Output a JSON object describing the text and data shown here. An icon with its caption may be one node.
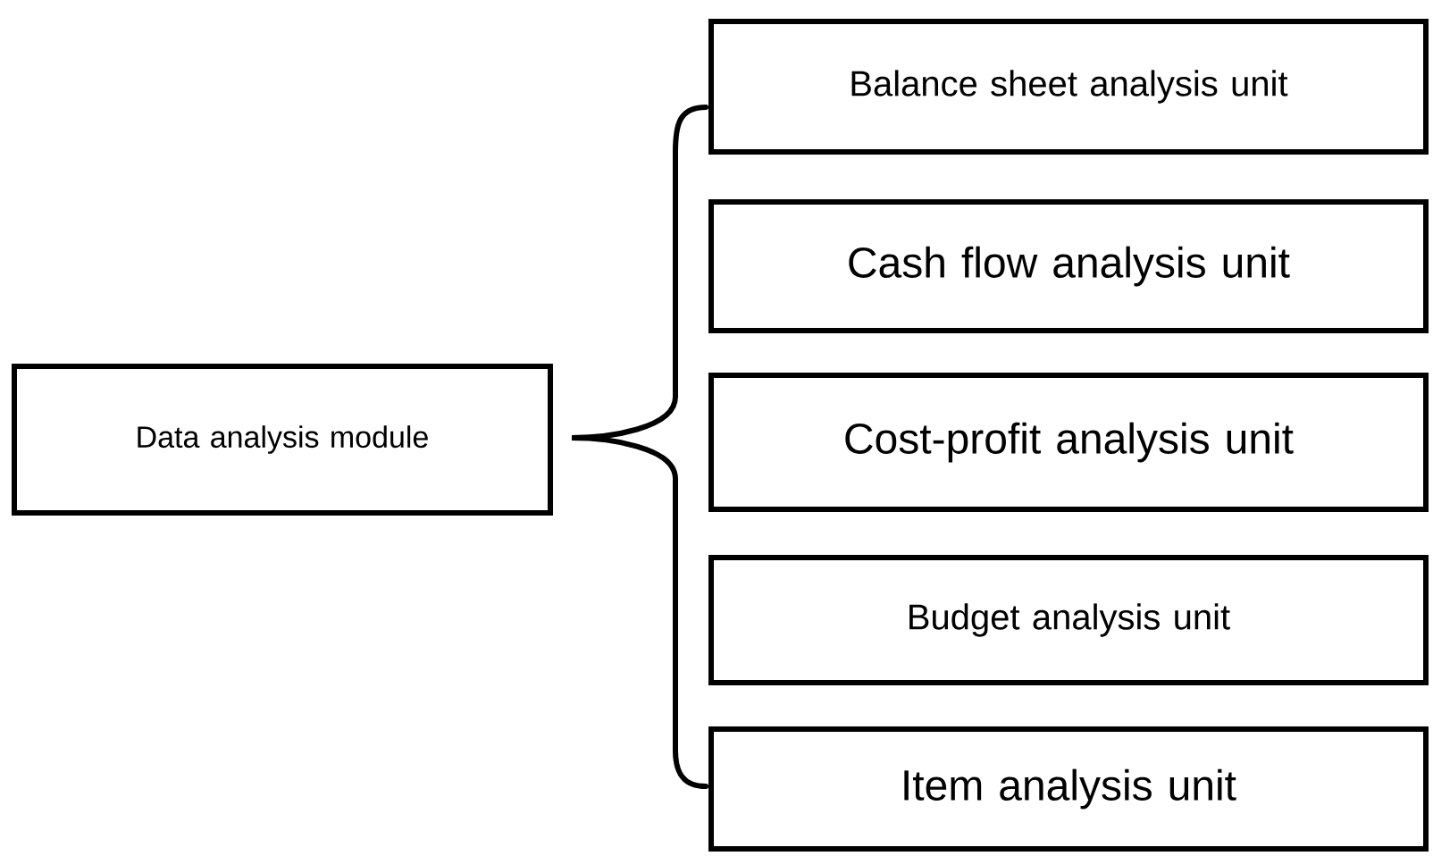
{
  "diagram": {
    "nodes": [
      {
        "text": [
          "Data analysis module"
        ]
      },
      {
        "text": [
          "Balance sheet analysis unit"
        ]
      },
      {
        "text": [
          "Cash flow analysis unit"
        ]
      },
      {
        "text": [
          "Cost-profit analysis unit"
        ]
      },
      {
        "text": [
          "Budget analysis unit"
        ]
      },
      {
        "text": [
          "Item analysis unit"
        ]
      }
    ]
  }
}
